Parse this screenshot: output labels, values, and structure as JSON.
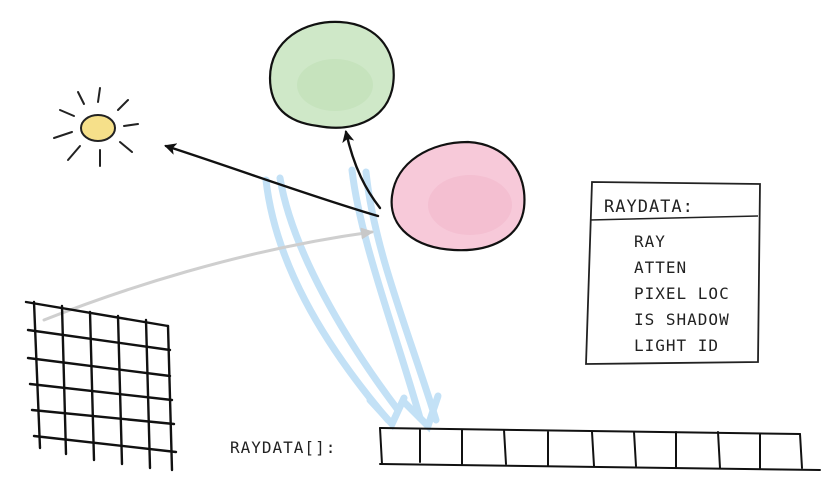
{
  "raydata_box": {
    "title": "RAYDATA:",
    "fields": [
      "RAY",
      "ATTEN",
      "PIXEL LOC",
      "IS SHADOW",
      "LIGHT ID"
    ]
  },
  "buffer": {
    "label": "RAYDATA[]:"
  },
  "colors": {
    "sun_fill": "#f6e08a",
    "green_sphere": "#cfe8c8",
    "pink_sphere": "#f7c9d9",
    "shadow_ray": "#b9dcf5",
    "camera_ray": "#cfcfcf",
    "ink": "#111111"
  }
}
